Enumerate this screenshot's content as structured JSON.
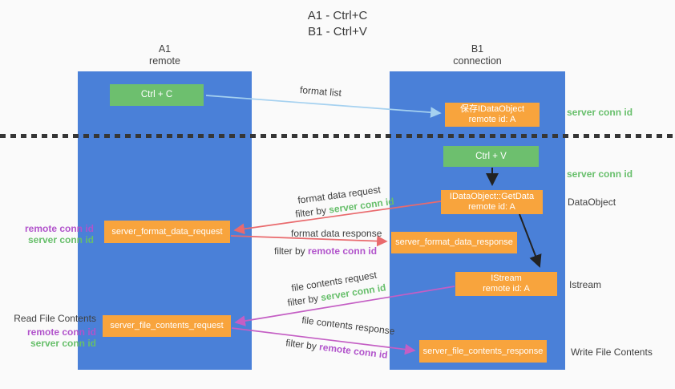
{
  "title": {
    "line1": "A1 - Ctrl+C",
    "line2": "B1 - Ctrl+V"
  },
  "columns": {
    "left": {
      "name": "A1",
      "subtitle": "remote"
    },
    "right": {
      "name": "B1",
      "subtitle": "connection"
    }
  },
  "boxes": {
    "ctrl_c": "Ctrl + C",
    "ctrl_v": "Ctrl + V",
    "save_idataobject": {
      "line1": "保存IDataObject",
      "line2": "remote id: A"
    },
    "idataobject_getdata": {
      "line1": "IDataObject::GetData",
      "line2": "remote id: A"
    },
    "istream": {
      "line1": "IStream",
      "line2": "remote id: A"
    },
    "format_data_request": "server_format_data_request",
    "format_data_response": "server_format_data_response",
    "file_contents_request": "server_file_contents_request",
    "file_contents_response": "server_file_contents_response"
  },
  "side_labels": {
    "server_conn_id_top": "server conn id",
    "server_conn_id_mid": "server conn id",
    "dataobject": "DataObject",
    "istream": "Istream",
    "read_file_contents": "Read File Contents",
    "write_file_contents": "Write File Contents",
    "left_mid": {
      "remote": "remote conn id",
      "server": "server conn id"
    },
    "left_bottom": {
      "remote": "remote conn id",
      "server": "server conn id"
    }
  },
  "arrow_labels": {
    "format_list": "format list",
    "format_data_request": "format data request",
    "filter1_prefix": "filter by ",
    "filter1_value": "server conn id",
    "format_data_response": "format data response",
    "filter2_prefix": "filter by ",
    "filter2_value": "remote conn id",
    "file_contents_request": "file contents request",
    "filter3_prefix": "filter by ",
    "filter3_value": "server conn id",
    "file_contents_response": "file contents response",
    "filter4_prefix": "filter by ",
    "filter4_value": "remote conn id"
  },
  "colors": {
    "column_blue": "#4a80d8",
    "box_green": "#6dbf6e",
    "box_orange": "#f8a43d",
    "arrow_lightblue": "#a5d1f0",
    "arrow_red": "#e96a6d",
    "arrow_magenta": "#c45ec4",
    "arrow_black": "#222222",
    "text_green": "#67bf6b",
    "text_purple": "#b153cb",
    "background": "#fafafa"
  }
}
